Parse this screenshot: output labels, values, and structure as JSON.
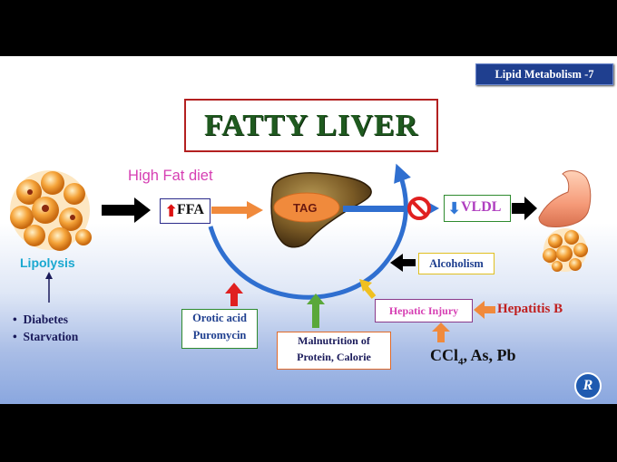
{
  "badge": "Lipid Metabolism -7",
  "title": "FATTY LIVER",
  "high_fat_diet": "High Fat diet",
  "ffa": {
    "arrow": "⬆",
    "label": "FFA"
  },
  "tag": "TAG",
  "vldl": {
    "arrow": "⬇",
    "label": "VLDL"
  },
  "alcoholism": "Alcoholism",
  "hepatic_injury": "Hepatic Injury",
  "hepatitis_b": "Hepatitis B",
  "ccl": {
    "main": "CCl",
    "sub": "4",
    "rest": ", As, Pb"
  },
  "orotic": {
    "line1": "Orotic acid",
    "line2": "Puromycin"
  },
  "malnutrition": {
    "line1": "Malnutrition of",
    "line2": "Protein, Calorie"
  },
  "lipolysis": "Lipolysis",
  "causes": [
    "Diabetes",
    "Starvation"
  ],
  "logo_letter": "R",
  "colors": {
    "title_border": "#b32020",
    "title_text": "#1f5a1f",
    "badge_bg": "#1f3f8f",
    "arrow_blue": "#2f6fd0",
    "arrow_orange": "#f08a3c",
    "arrow_red": "#e02020",
    "arrow_green": "#5aa83a",
    "arrow_gold": "#f0c020"
  },
  "icons": [
    "fat-cells-image",
    "liver-image",
    "prohibition-icon",
    "flexed-arm-image",
    "fat-cells-small-image",
    "logo-icon"
  ]
}
